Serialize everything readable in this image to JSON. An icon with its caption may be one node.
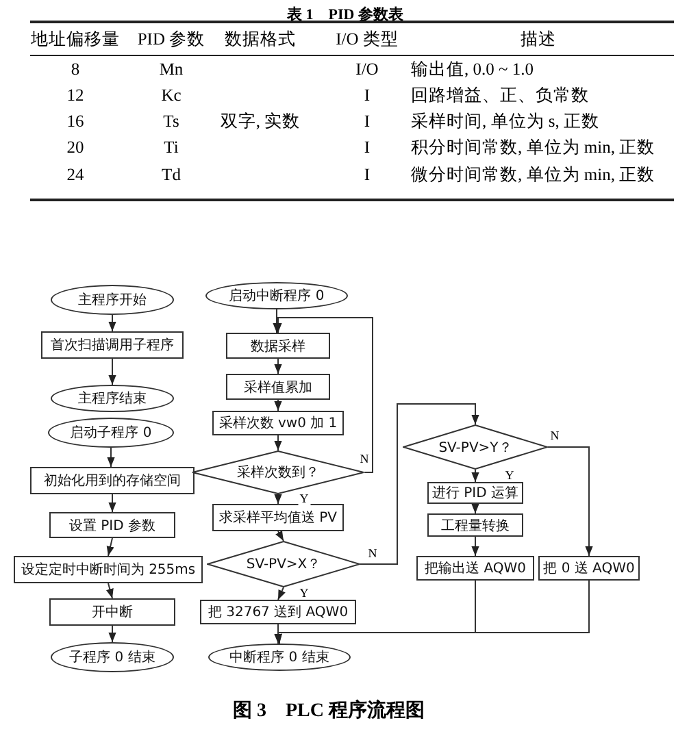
{
  "diagram": {
    "title": "表 1　PID 参数表",
    "caption": "图 3　PLC 程序流程图",
    "nodes": [
      {
        "text": [
          "主程序开始"
        ]
      },
      {
        "text": [
          "首次扫描调用子程序"
        ]
      },
      {
        "text": [
          "主程序结束"
        ]
      },
      {
        "text": [
          "启动子程序 0"
        ]
      },
      {
        "text": [
          "初始化用到的存储空间"
        ]
      },
      {
        "text": [
          "设置 PID 参数"
        ]
      },
      {
        "text": [
          "设定定时中断时间为 255ms"
        ]
      },
      {
        "text": [
          "开中断"
        ]
      },
      {
        "text": [
          "子程序 0 结束"
        ]
      },
      {
        "text": [
          "启动中断程序 0"
        ]
      },
      {
        "text": [
          "数据采样"
        ]
      },
      {
        "text": [
          "采样值累加"
        ]
      },
      {
        "text": [
          "采样次数 vw0 加 1"
        ]
      },
      {
        "text": [
          "采样次数到？"
        ]
      },
      {
        "text": [
          "求采样平均值送 PV"
        ]
      },
      {
        "text": [
          "SV-PV>X？"
        ]
      },
      {
        "text": [
          "把 32767 送到 AQW0"
        ]
      },
      {
        "text": [
          "中断程序 0 结束"
        ]
      },
      {
        "text": [
          "SV-PV>Y？"
        ]
      },
      {
        "text": [
          "进行 PID 运算"
        ]
      },
      {
        "text": [
          "工程量转换"
        ]
      },
      {
        "text": [
          "把输出送 AQW0"
        ]
      },
      {
        "text": [
          "把 0 送 AQW0"
        ]
      }
    ],
    "edges": [
      {
        "from": 0,
        "to": 1,
        "arrow": "to"
      },
      {
        "from": 1,
        "to": 2,
        "arrow": "to"
      },
      {
        "from": 3,
        "to": 4,
        "arrow": "to"
      },
      {
        "from": 4,
        "to": 5,
        "arrow": "to"
      },
      {
        "from": 5,
        "to": 6,
        "arrow": "to"
      },
      {
        "from": 6,
        "to": 7,
        "arrow": "to"
      },
      {
        "from": 7,
        "to": 8,
        "arrow": "to"
      },
      {
        "from": 9,
        "to": 10,
        "arrow": "to"
      },
      {
        "from": 10,
        "to": 11,
        "arrow": "to"
      },
      {
        "from": 11,
        "to": 12,
        "arrow": "to"
      },
      {
        "from": 12,
        "to": 13,
        "arrow": "to"
      },
      {
        "from": 13,
        "to": 10,
        "arrow": "to",
        "label": "N"
      },
      {
        "from": 13,
        "to": 14,
        "arrow": "to",
        "label": "Y"
      },
      {
        "from": 14,
        "to": 15,
        "arrow": "to"
      },
      {
        "from": 15,
        "to": 16,
        "arrow": "to",
        "label": "Y"
      },
      {
        "from": 15,
        "to": 18,
        "arrow": "to",
        "label": "N"
      },
      {
        "from": 18,
        "to": 19,
        "arrow": "to",
        "label": "Y"
      },
      {
        "from": 19,
        "to": 20,
        "arrow": "to"
      },
      {
        "from": 20,
        "to": 21,
        "arrow": "to"
      },
      {
        "from": 18,
        "to": 22,
        "arrow": "to",
        "label": "N"
      },
      {
        "from": 16,
        "to": 17,
        "arrow": "to"
      },
      {
        "from": 21,
        "to": 17,
        "arrow": "to"
      },
      {
        "from": 22,
        "to": 17,
        "arrow": "to"
      }
    ],
    "labels": [
      "地址偏移量",
      "PID 参数",
      "数据格式",
      "I/O 类型",
      "描述",
      "8",
      "Mn",
      "I/O",
      "输出值, 0.0 ~ 1.0",
      "12",
      "Kc",
      "I",
      "回路增益、正、负常数",
      "16",
      "Ts",
      "双字, 实数",
      "I",
      "采样时间, 单位为 s, 正数",
      "20",
      "Ti",
      "I",
      "积分时间常数, 单位为 min, 正数",
      "24",
      "Td",
      "I",
      "微分时间常数, 单位为 min, 正数"
    ]
  }
}
